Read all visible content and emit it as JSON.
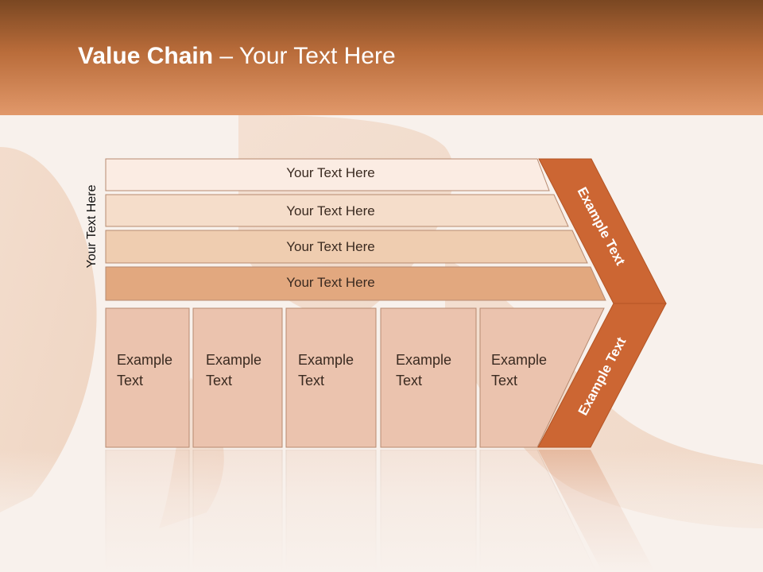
{
  "slide": {
    "title_bold": "Value Chain",
    "title_rest": " – Your Text Here",
    "side_label": "Your Text Here",
    "bars": [
      {
        "label": "Your Text Here",
        "color": "#fbece3"
      },
      {
        "label": "Your Text Here",
        "color": "#f5ddca"
      },
      {
        "label": "Your Text Here",
        "color": "#efcdb0"
      },
      {
        "label": "Your Text Here",
        "color": "#e2a87f"
      }
    ],
    "cells": [
      {
        "line1": "Example",
        "line2": "Text"
      },
      {
        "line1": "Example",
        "line2": "Text"
      },
      {
        "line1": "Example",
        "line2": "Text"
      },
      {
        "line1": "Example",
        "line2": "Text"
      },
      {
        "line1": "Example",
        "line2": "Text"
      }
    ],
    "arrow_upper_label": "Example Text",
    "arrow_lower_label": "Example Text",
    "colors": {
      "header": "#b96c3a",
      "arrow": "#cc6633",
      "cell_fill": "#ebc3ae",
      "outline": "#b78a70"
    }
  }
}
